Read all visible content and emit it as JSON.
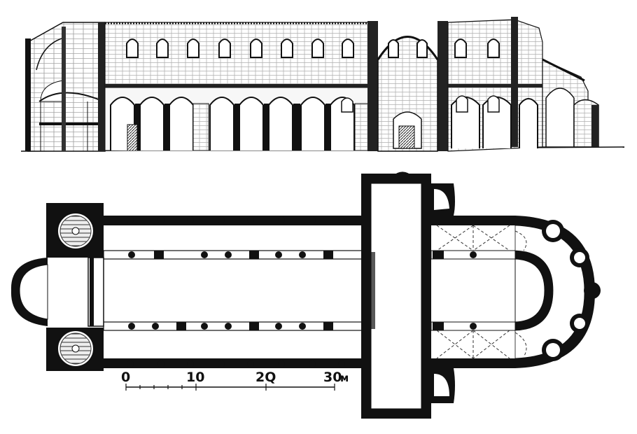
{
  "figure": {
    "scale_bar": {
      "ticks": [
        "0",
        "10",
        "2Q",
        "30"
      ],
      "unit": "м"
    }
  },
  "colors": {
    "ink": "#111111",
    "paper": "#ffffff",
    "hatch": "#555555"
  }
}
